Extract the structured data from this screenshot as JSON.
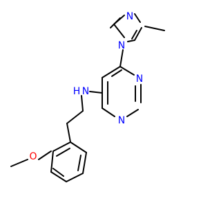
{
  "molecule": {
    "atom_colors": {
      "N": "#0000FF",
      "O": "#FF0000"
    },
    "labels": {
      "n_imidazole_top": "N",
      "n_imidazole_ring": "N",
      "n_pyrimidine_right": "N",
      "n_pyrimidine_lower": "N",
      "nh_amine": "N",
      "h_amine": "H",
      "o_methoxy": "O"
    }
  }
}
